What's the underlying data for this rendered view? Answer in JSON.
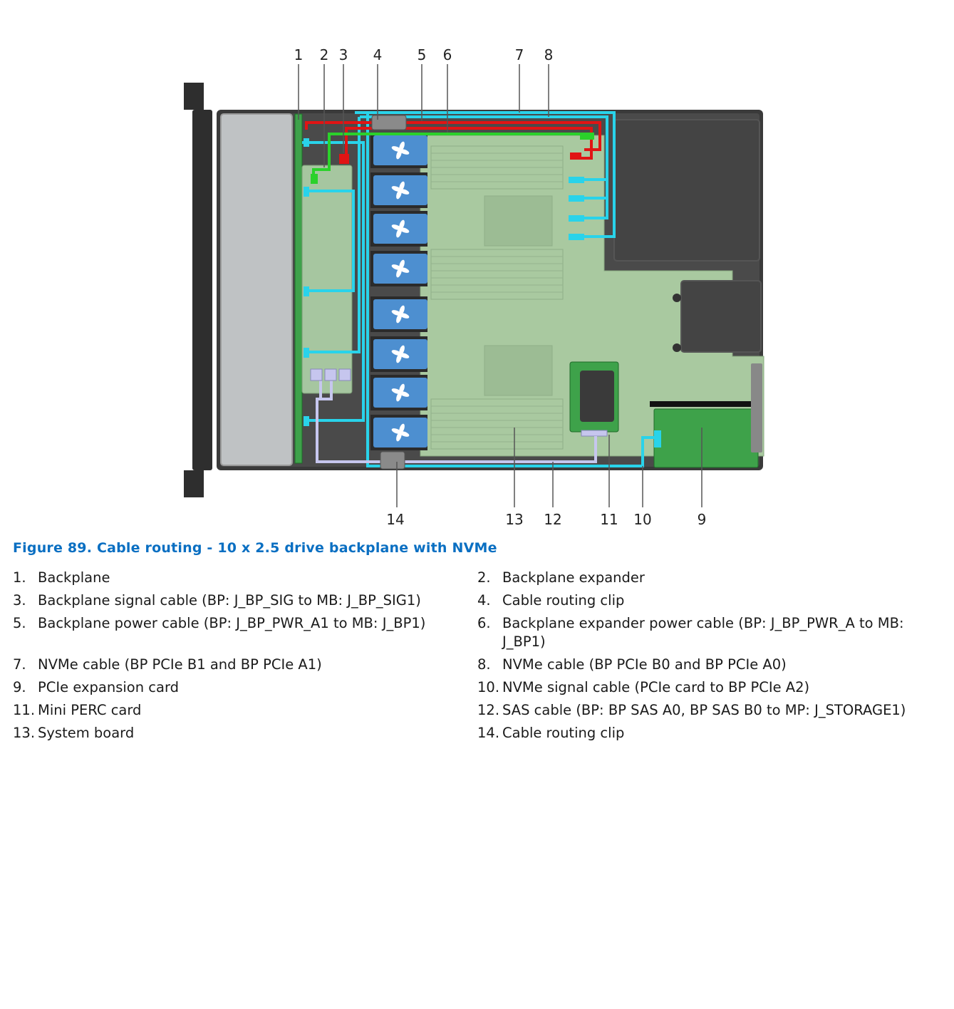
{
  "figure": {
    "caption": "Figure 89. Cable routing - 10 x 2.5 drive backplane with NVMe",
    "callouts": [
      "1",
      "2",
      "3",
      "4",
      "5",
      "6",
      "7",
      "8",
      "9",
      "10",
      "11",
      "12",
      "13",
      "14"
    ]
  },
  "legend": [
    {
      "num": "1.",
      "text": "Backplane"
    },
    {
      "num": "2.",
      "text": "Backplane expander"
    },
    {
      "num": "3.",
      "text": "Backplane signal cable (BP: J_BP_SIG to MB: J_BP_SIG1)"
    },
    {
      "num": "4.",
      "text": "Cable routing clip"
    },
    {
      "num": "5.",
      "text": "Backplane power cable (BP: J_BP_PWR_A1 to MB: J_BP1)"
    },
    {
      "num": "6.",
      "text": "Backplane expander power cable (BP: J_BP_PWR_A to MB: J_BP1)"
    },
    {
      "num": "7.",
      "text": "NVMe cable (BP PCIe B1 and BP PCIe A1)"
    },
    {
      "num": "8.",
      "text": "NVMe cable (BP PCIe B0 and BP PCIe A0)"
    },
    {
      "num": "9.",
      "text": "PCIe expansion card"
    },
    {
      "num": "10.",
      "text": "NVMe signal cable (PCIe card to BP PCIe A2)"
    },
    {
      "num": "11.",
      "text": "Mini PERC card"
    },
    {
      "num": "12.",
      "text": "SAS cable (BP: BP SAS A0, BP SAS B0 to MP: J_STORAGE1)"
    },
    {
      "num": "13.",
      "text": "System board"
    },
    {
      "num": "14.",
      "text": "Cable routing clip"
    }
  ],
  "colors": {
    "cable_cyan": "#29d3ea",
    "cable_green": "#2bd12b",
    "cable_red": "#e01414",
    "cable_lavender": "#c6c6ee",
    "board_green": "#a9c9a0",
    "fan_blue": "#4d8fd0",
    "caption_blue": "#0a6fc2"
  }
}
